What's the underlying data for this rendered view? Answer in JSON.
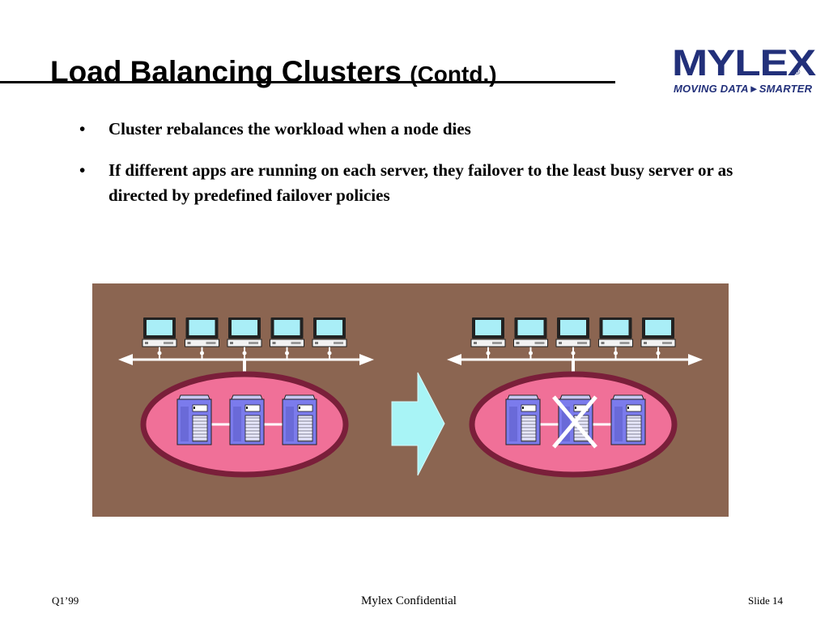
{
  "slide": {
    "title": "Load Balancing Clusters",
    "title_suffix": "(Contd.)",
    "bullets": [
      "Cluster rebalances the workload when a node dies",
      "If different apps are running on each server, they failover to the least busy server or as directed by predefined failover policies"
    ]
  },
  "logo": {
    "wordmark": "MYLEX",
    "registered": "®",
    "tagline": "MOVING DATA►SMARTER"
  },
  "diagram": {
    "colors": {
      "background": "#8b6551",
      "cluster_fill": "#f07098",
      "cluster_ring": "#7a1f3a",
      "server": "#7b7bec",
      "arrow": "#a8f4f6",
      "network": "#ffffff"
    },
    "left_cluster": {
      "clients": 5,
      "servers": 3,
      "failed_server": null
    },
    "right_cluster": {
      "clients": 5,
      "servers": 3,
      "failed_server": 1
    }
  },
  "footer": {
    "left": "Q1’99",
    "center": "Mylex Confidential",
    "right": "Slide 14"
  }
}
